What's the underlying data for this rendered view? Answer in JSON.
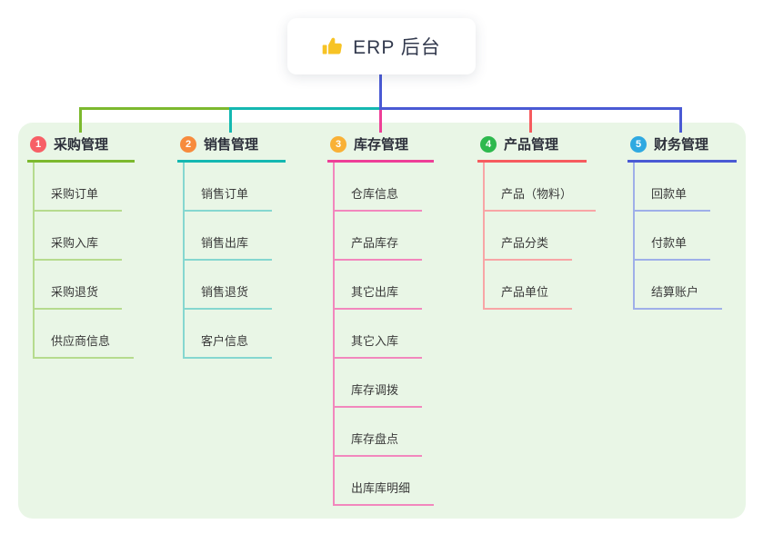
{
  "root": {
    "title": "ERP 后台",
    "icon": "thumbs-up-icon",
    "icon_color": "#f7c325",
    "line_color": "#4a5ad4"
  },
  "panel_color": "#e9f6e6",
  "branches": [
    {
      "index": "1",
      "label": "采购管理",
      "badge_color": "#f75f66",
      "line_color": "#7cb92e",
      "child_line_color": "#b6db8e",
      "children": [
        "采购订单",
        "采购入库",
        "采购退货",
        "供应商信息"
      ]
    },
    {
      "index": "2",
      "label": "销售管理",
      "badge_color": "#f78b3d",
      "line_color": "#14b8b1",
      "child_line_color": "#85d7d0",
      "children": [
        "销售订单",
        "销售出库",
        "销售退货",
        "客户信息"
      ]
    },
    {
      "index": "3",
      "label": "库存管理",
      "badge_color": "#f9b136",
      "line_color": "#ee3f97",
      "child_line_color": "#f287bd",
      "children": [
        "仓库信息",
        "产品库存",
        "其它出库",
        "其它入库",
        "库存调拨",
        "库存盘点",
        "出库库明细"
      ]
    },
    {
      "index": "4",
      "label": "产品管理",
      "badge_color": "#2eb94e",
      "line_color": "#f65b5e",
      "child_line_color": "#f8a5a6",
      "children": [
        "产品（物料）",
        "产品分类",
        "产品单位"
      ]
    },
    {
      "index": "5",
      "label": "财务管理",
      "badge_color": "#2fa9e1",
      "line_color": "#4a5ad4",
      "child_line_color": "#9fafe9",
      "children": [
        "回款单",
        "付款单",
        "结算账户"
      ]
    }
  ]
}
